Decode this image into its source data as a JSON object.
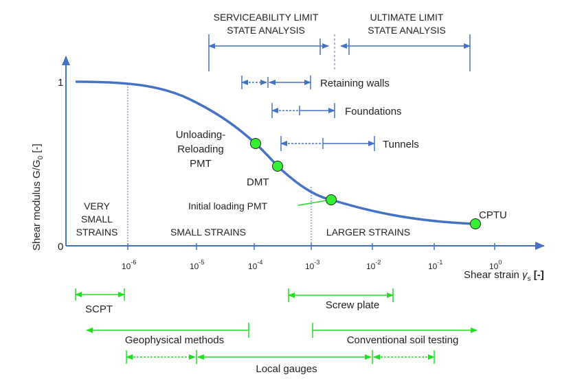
{
  "diagram": {
    "y_axis_label": "Shear modulus G/G",
    "y_axis_label_sub": "0",
    "y_axis_label_unit": " [-]",
    "y_tick_top": "1",
    "y_tick_bottom": "0",
    "x_axis_label": "Shear strain ",
    "x_axis_symbol": "γ",
    "x_axis_symbol_sub": "s",
    "x_axis_label_unit": " [-]",
    "x_ticks": [
      {
        "base": "10",
        "exp": "-6"
      },
      {
        "base": "10",
        "exp": "-5"
      },
      {
        "base": "10",
        "exp": "-4"
      },
      {
        "base": "10",
        "exp": "-3"
      },
      {
        "base": "10",
        "exp": "-2"
      },
      {
        "base": "10",
        "exp": "-1"
      },
      {
        "base": "10",
        "exp": "0"
      }
    ],
    "regions": {
      "very_small": [
        "VERY",
        "SMALL",
        "STRAINS"
      ],
      "small": "SMALL STRAINS",
      "larger": "LARGER STRAINS"
    },
    "top_ranges": {
      "serviceability": [
        "SERVICEABILITY LIMIT",
        "STATE ANALYSIS"
      ],
      "ultimate": [
        "ULTIMATE LIMIT",
        "STATE ANALYSIS"
      ]
    },
    "applications": {
      "retaining_walls": "Retaining walls",
      "foundations": "Foundations",
      "tunnels": "Tunnels"
    },
    "points": {
      "unloading": [
        "Unloading-",
        "Reloading",
        "PMT"
      ],
      "dmt": "DMT",
      "initial_loading": "Initial loading PMT",
      "cptu": "CPTU"
    },
    "test_methods": {
      "scpt": "SCPT",
      "screw_plate": "Screw plate",
      "geophysical": "Geophysical methods",
      "conventional": "Conventional soil testing",
      "local_gauges": "Local gauges"
    },
    "colors": {
      "curve": "#4472c4",
      "axis": "#4472c4",
      "range_arrows": "#4472c4",
      "test_arrows": "#22dd22",
      "point_fill": "#33ee33"
    }
  }
}
